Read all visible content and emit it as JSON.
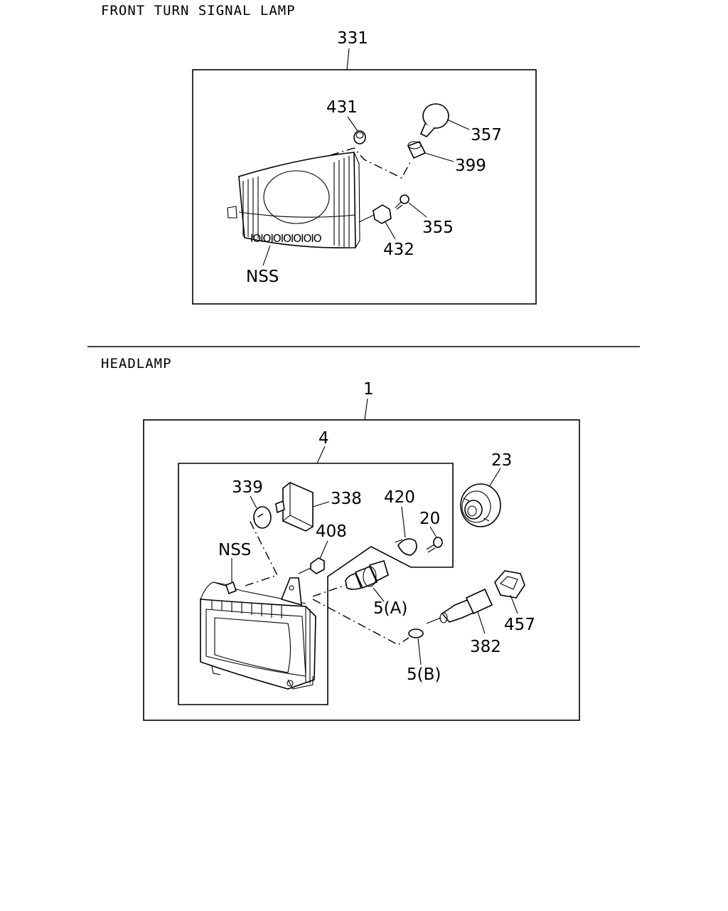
{
  "sections": {
    "turn_signal": {
      "title": "FRONT TURN SIGNAL LAMP",
      "labels": {
        "assembly": "331",
        "p431": "431",
        "p357": "357",
        "p399": "399",
        "p355": "355",
        "p432": "432",
        "nss": "NSS"
      },
      "lens_marking": "IOIOIOIOIOIOIO"
    },
    "headlamp": {
      "title": "HEADLAMP",
      "labels": {
        "assembly": "1",
        "p4": "4",
        "p23": "23",
        "p339": "339",
        "p338": "338",
        "p420": "420",
        "p20": "20",
        "p408": "408",
        "nss": "NSS",
        "p5a": "5(A)",
        "p5b": "5(B)",
        "p382": "382",
        "p457": "457"
      }
    }
  }
}
